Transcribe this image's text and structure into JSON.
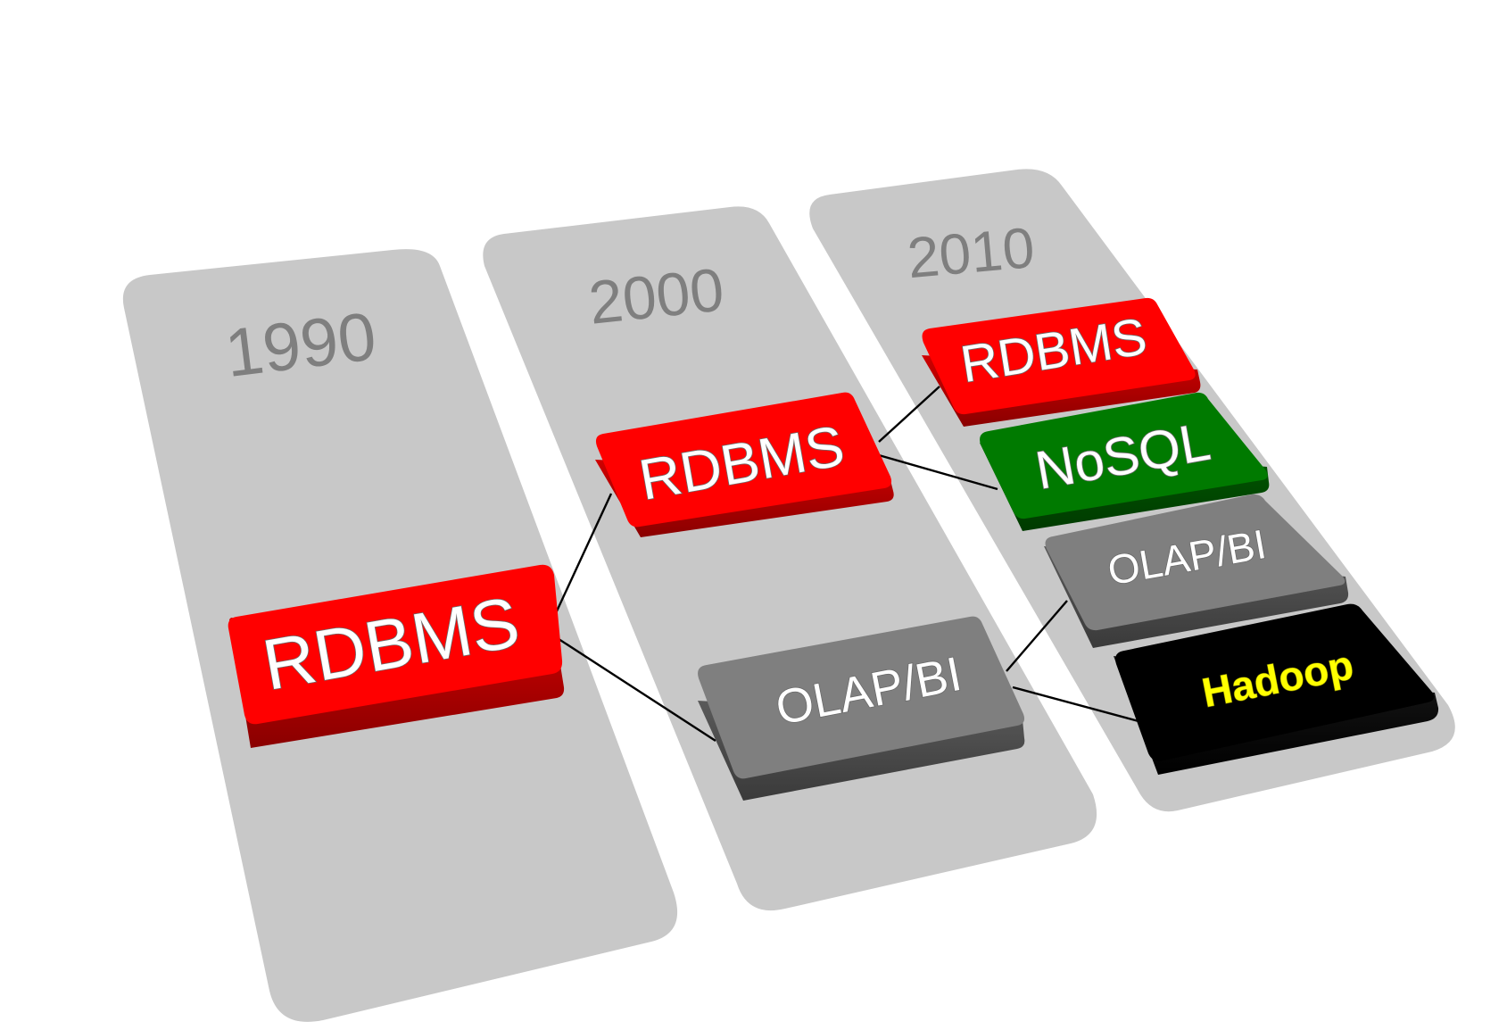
{
  "columns": [
    {
      "year": "1990"
    },
    {
      "year": "2000"
    },
    {
      "year": "2010"
    }
  ],
  "boxes": {
    "rdbms_1990": "RDBMS",
    "rdbms_2000": "RDBMS",
    "olap_2000": "OLAP/BI",
    "rdbms_2010": "RDBMS",
    "nosql_2010": "NoSQL",
    "olap_2010": "OLAP/BI",
    "hadoop_2010": "Hadoop"
  },
  "colors": {
    "column": "#c8c8c8",
    "year_text": "#7f7f7f",
    "rdbms": "#ff0000",
    "nosql": "#007a00",
    "olap": "#7f7f7f",
    "hadoop": "#000000",
    "hadoop_text": "#ffff00",
    "label_text": "#ffffff",
    "connector": "#000000"
  },
  "connections": [
    [
      "rdbms_1990",
      "rdbms_2000"
    ],
    [
      "rdbms_1990",
      "olap_2000"
    ],
    [
      "rdbms_2000",
      "rdbms_2010"
    ],
    [
      "rdbms_2000",
      "nosql_2010"
    ],
    [
      "olap_2000",
      "olap_2010"
    ],
    [
      "olap_2000",
      "hadoop_2010"
    ]
  ]
}
